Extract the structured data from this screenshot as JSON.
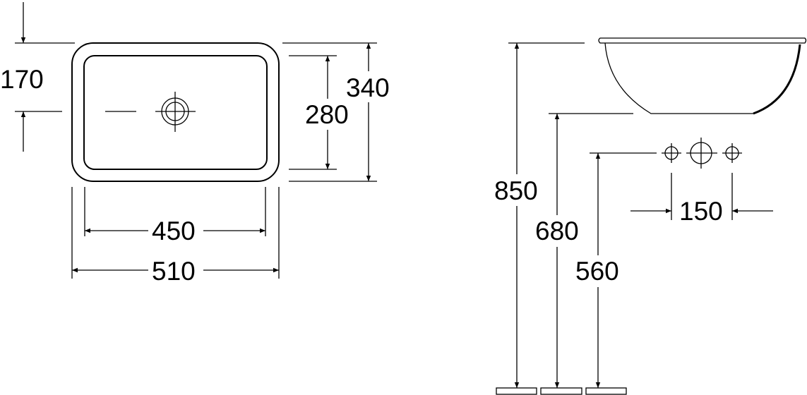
{
  "top_view": {
    "dims": {
      "offset_170": "170",
      "inner_depth_280": "280",
      "outer_depth_340": "340",
      "inner_width_450": "450",
      "outer_width_510": "510"
    }
  },
  "side_view": {
    "dims": {
      "rim_height_850": "850",
      "bottom_height_680": "680",
      "tap_height_560": "560",
      "tap_spacing_150": "150"
    }
  },
  "colors": {
    "line": "#000000",
    "background": "#ffffff"
  }
}
